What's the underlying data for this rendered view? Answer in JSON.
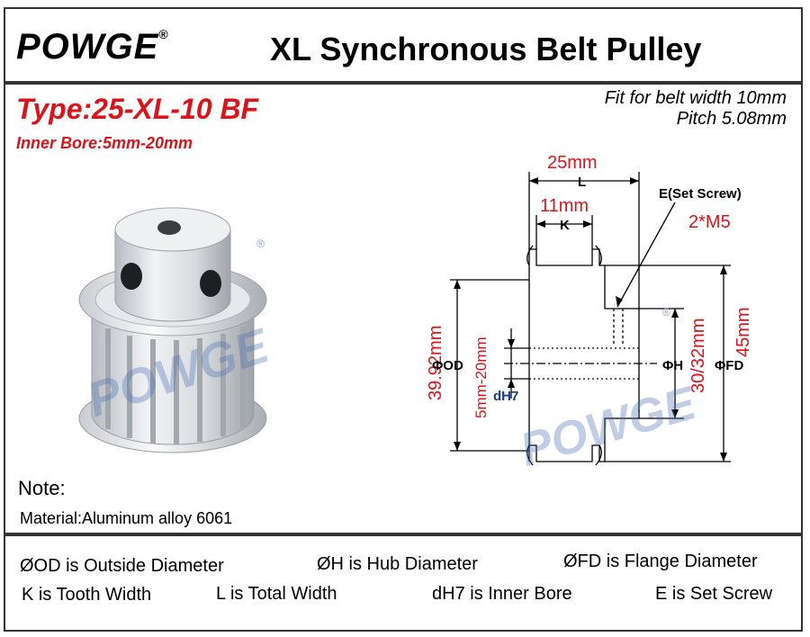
{
  "header": {
    "logo": "POWGE",
    "logo_mark": "®",
    "title": "XL Synchronous Belt Pulley"
  },
  "spec": {
    "type": "Type:25-XL-10 BF",
    "inner_bore": "Inner Bore:5mm-20mm",
    "fit_line1": "Fit for belt width 10mm",
    "fit_line2": "Pitch 5.08mm"
  },
  "drawing": {
    "L_value": "25mm",
    "L_label": "L",
    "K_value": "11mm",
    "K_label": "K",
    "set_screw_label": "E(Set Screw)",
    "set_screw_value": "2*M5",
    "od_value": "39.92mm",
    "od_label": "ΦOD",
    "bore_value": "5mm-20mm",
    "bore_label": "dH7",
    "h_label": "ΦH",
    "h_value": "30/32mm",
    "fd_label": "ΦFD",
    "fd_value": "45mm",
    "watermark": "POWGE"
  },
  "photo": {
    "watermark": "POWGE"
  },
  "notes": {
    "title": "Note:",
    "material": "Material:Aluminum alloy 6061",
    "defs": [
      "ØOD is Outside Diameter",
      "ØH is Hub Diameter",
      "ØFD is Flange Diameter",
      "K is Tooth Width",
      "L is Total Width",
      "dH7 is Inner Bore",
      "E is Set Screw"
    ]
  },
  "colors": {
    "accent_red": "#d9141b",
    "bore_blue": "#1a3a8c",
    "frame": "#333333"
  }
}
